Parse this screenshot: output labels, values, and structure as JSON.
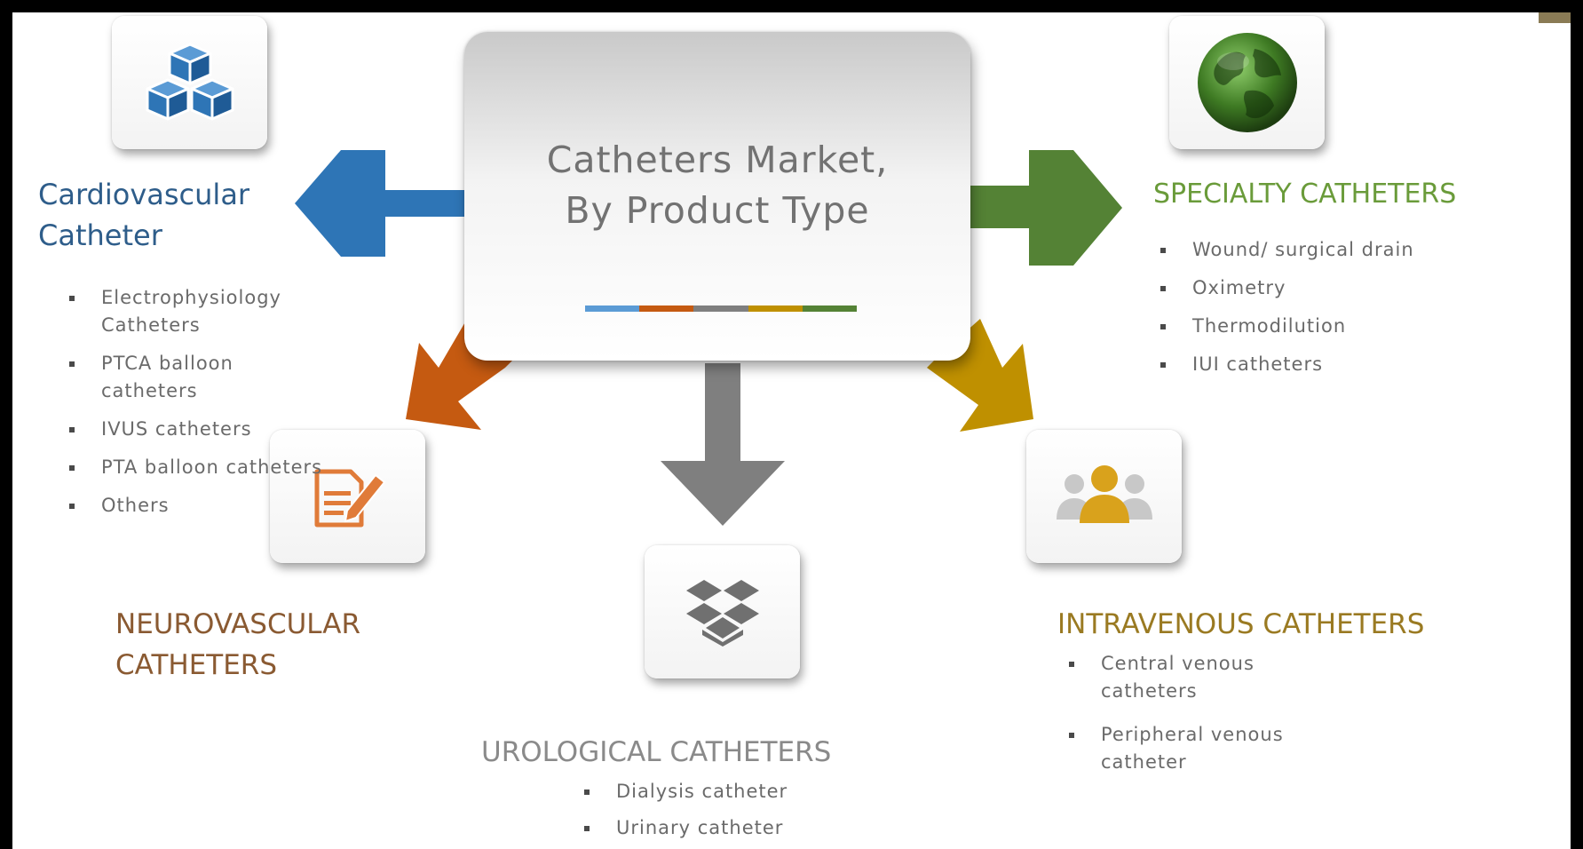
{
  "center": {
    "title_line1": "Catheters Market,",
    "title_line2": "By Product Type",
    "bar_colors": [
      "#5b9bd5",
      "#c55a11",
      "#7f7f7f",
      "#bf9000",
      "#548235"
    ]
  },
  "colors": {
    "cardiovascular": "#2e75b6",
    "specialty": "#548235",
    "neurovascular": "#c55a11",
    "urological": "#7f7f7f",
    "intravenous": "#bf9000"
  },
  "cardiovascular": {
    "icon": "cubes-icon",
    "heading_line1": "Cardiovascular",
    "heading_line2": "Catheter",
    "items": [
      "Electrophysiology Catheters",
      "PTCA balloon catheters",
      "IVUS catheters",
      "PTA balloon catheters",
      "Others"
    ]
  },
  "specialty": {
    "icon": "globe-icon",
    "heading": "SPECIALTY CATHETERS",
    "items": [
      "Wound/ surgical drain",
      "Oximetry",
      "Thermodilution",
      "IUI catheters"
    ]
  },
  "neurovascular": {
    "icon": "document-edit-icon",
    "heading_line1": "NEUROVASCULAR",
    "heading_line2": "CATHETERS"
  },
  "urological": {
    "icon": "dropbox-icon",
    "heading": "UROLOGICAL CATHETERS",
    "items": [
      "Dialysis catheter",
      "Urinary catheter"
    ]
  },
  "intravenous": {
    "icon": "people-icon",
    "heading": "INTRAVENOUS CATHETERS",
    "items": [
      "Central venous catheters",
      "Peripheral venous catheter"
    ]
  }
}
